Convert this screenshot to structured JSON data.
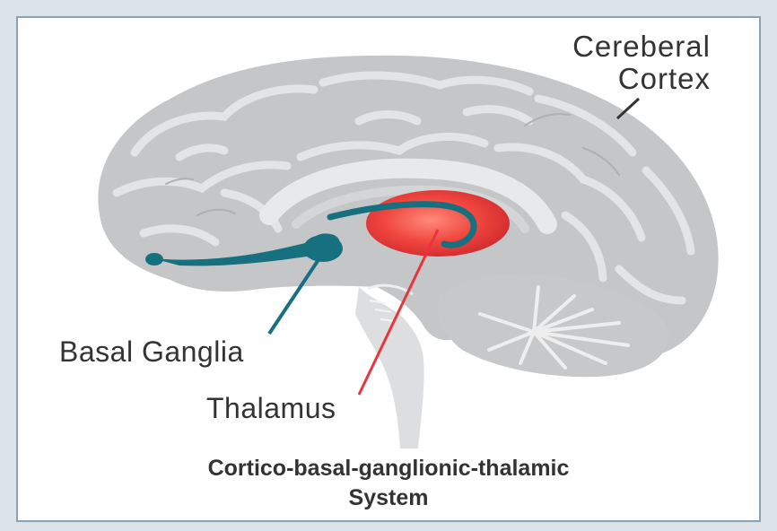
{
  "labels": {
    "cortex_line1": "Cereberal",
    "cortex_line2": "Cortex",
    "basal_ganglia": "Basal Ganglia",
    "thalamus": "Thalamus"
  },
  "caption": {
    "line1": "Cortico-basal-ganglionic-thalamic",
    "line2": "System"
  },
  "colors": {
    "brain": "#c4c6c8",
    "folds": "#e2e3e4",
    "basal_ganglia": "#16707f",
    "thalamus": "#e8343a",
    "frame_border": "#8aa2b3"
  }
}
